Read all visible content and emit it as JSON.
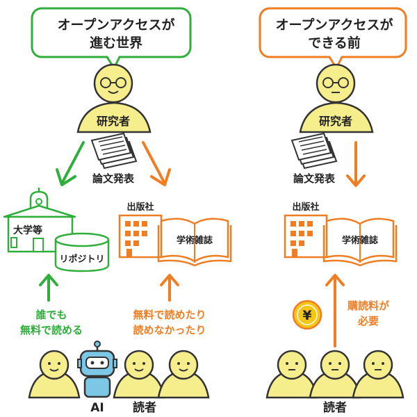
{
  "colors": {
    "green": "#2fae3c",
    "orange": "#f07d22",
    "skin": "#f6ee8c",
    "outline": "#333333",
    "robot": "#7cc6e6",
    "coin": "#f5c518"
  },
  "left_panel": {
    "bubble_line1": "オープンアクセスが",
    "bubble_line2": "進む世界",
    "researcher_label": "研究者",
    "paper_label": "論文発表",
    "university_label": "大学等",
    "repository_label": "リポジトリ",
    "publisher_label": "出版社",
    "journal_label": "学術雑誌",
    "green_note_line1": "誰でも",
    "green_note_line2": "無料で読める",
    "orange_note_line1": "無料で読めたり",
    "orange_note_line2": "読めなかったり",
    "ai_label": "AI",
    "readers_label": "読者"
  },
  "right_panel": {
    "bubble_line1": "オープンアクセスが",
    "bubble_line2": "できる前",
    "researcher_label": "研究者",
    "paper_label": "論文発表",
    "publisher_label": "出版社",
    "journal_label": "学術雑誌",
    "coin_symbol": "¥",
    "fee_line1": "購読料が",
    "fee_line2": "必要",
    "readers_label": "読者"
  }
}
